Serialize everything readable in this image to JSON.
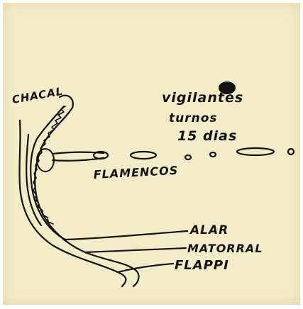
{
  "labels": {
    "chacal": "CHACAL",
    "vigilantes_line1": "vigilantes",
    "vigilantes_line2": "turnos",
    "vigilantes_line3": "15 dias",
    "flamencos": "FLAMENCOS",
    "alar": "ALAR",
    "matorral": "MATORRAL",
    "flappi": "FLAPPI"
  },
  "colors": {
    "paper": "#f4ecc8",
    "ink": "#141210"
  }
}
